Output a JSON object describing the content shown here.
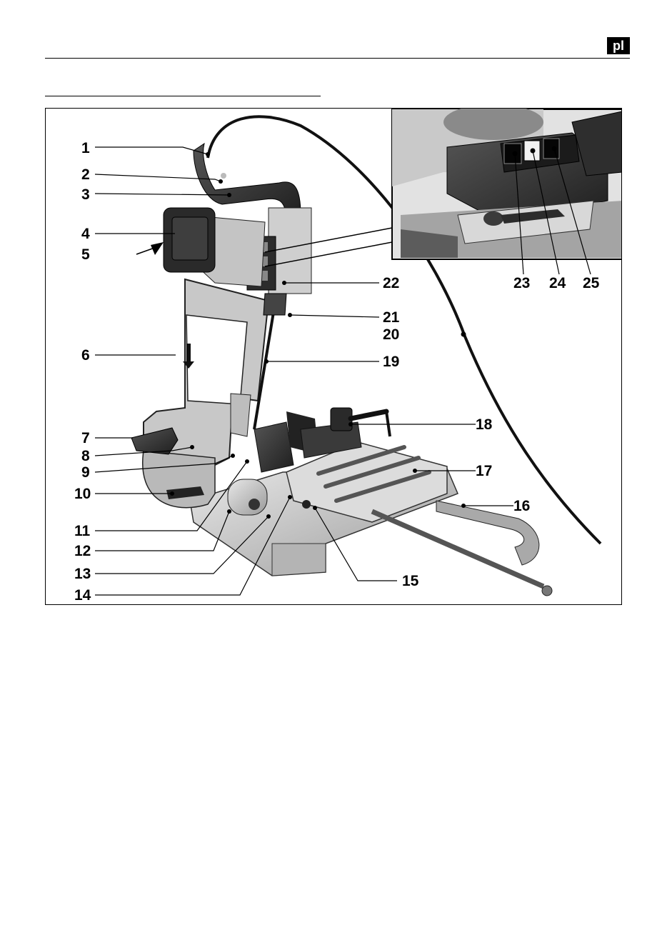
{
  "header": {
    "language_badge": "pl"
  },
  "figure": {
    "callouts": [
      {
        "id": "1",
        "label": "1"
      },
      {
        "id": "2",
        "label": "2"
      },
      {
        "id": "3",
        "label": "3"
      },
      {
        "id": "4",
        "label": "4"
      },
      {
        "id": "5",
        "label": "5"
      },
      {
        "id": "6",
        "label": "6"
      },
      {
        "id": "7",
        "label": "7"
      },
      {
        "id": "8",
        "label": "8"
      },
      {
        "id": "9",
        "label": "9"
      },
      {
        "id": "10",
        "label": "10"
      },
      {
        "id": "11",
        "label": "11"
      },
      {
        "id": "12",
        "label": "12"
      },
      {
        "id": "13",
        "label": "13"
      },
      {
        "id": "14",
        "label": "14"
      },
      {
        "id": "15",
        "label": "15"
      },
      {
        "id": "16",
        "label": "16"
      },
      {
        "id": "17",
        "label": "17"
      },
      {
        "id": "18",
        "label": "18"
      },
      {
        "id": "19",
        "label": "19"
      },
      {
        "id": "20",
        "label": "20"
      },
      {
        "id": "21",
        "label": "21"
      },
      {
        "id": "22",
        "label": "22"
      },
      {
        "id": "23",
        "label": "23"
      },
      {
        "id": "24",
        "label": "24"
      },
      {
        "id": "25",
        "label": "25"
      }
    ]
  }
}
